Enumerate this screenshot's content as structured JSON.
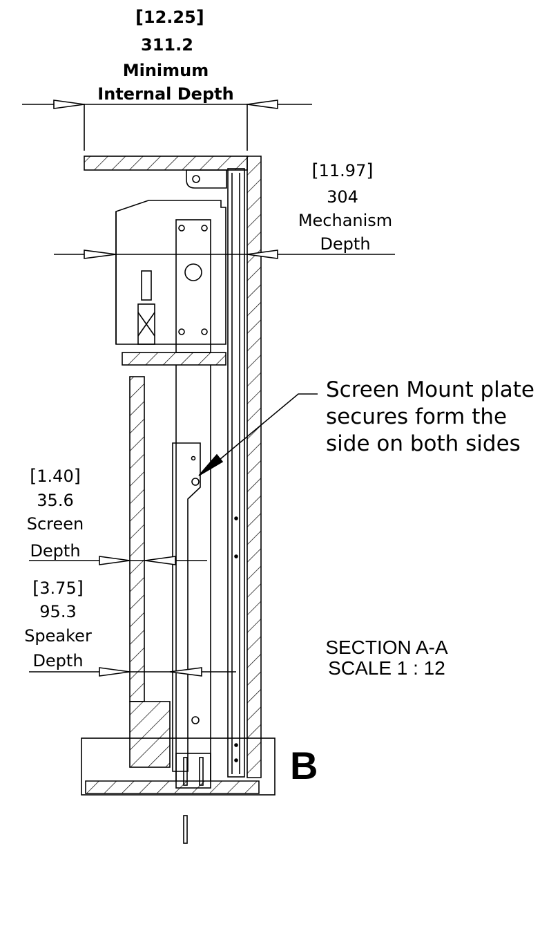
{
  "dimensions": {
    "internal_depth": {
      "inches": "12.25",
      "mm": "311.2",
      "label_line1": "Minimum",
      "label_line2": "Internal Depth"
    },
    "mechanism_depth": {
      "inches": "11.97",
      "mm": "304",
      "label_line1": "Mechanism",
      "label_line2": "Depth"
    },
    "screen_depth": {
      "inches": "1.40",
      "mm": "35.6",
      "label_line1": "Screen",
      "label_line2": "Depth"
    },
    "speaker_depth": {
      "inches": "3.75",
      "mm": "95.3",
      "label_line1": "Speaker",
      "label_line2": "Depth"
    }
  },
  "note": {
    "line1": "Screen Mount plate",
    "line2": "secures form the",
    "line3": "side on both sides"
  },
  "section": {
    "title": "SECTION A-A",
    "scale": "SCALE 1 : 12"
  },
  "detail_label": "B",
  "colors": {
    "line": "#000000",
    "background": "#ffffff"
  }
}
